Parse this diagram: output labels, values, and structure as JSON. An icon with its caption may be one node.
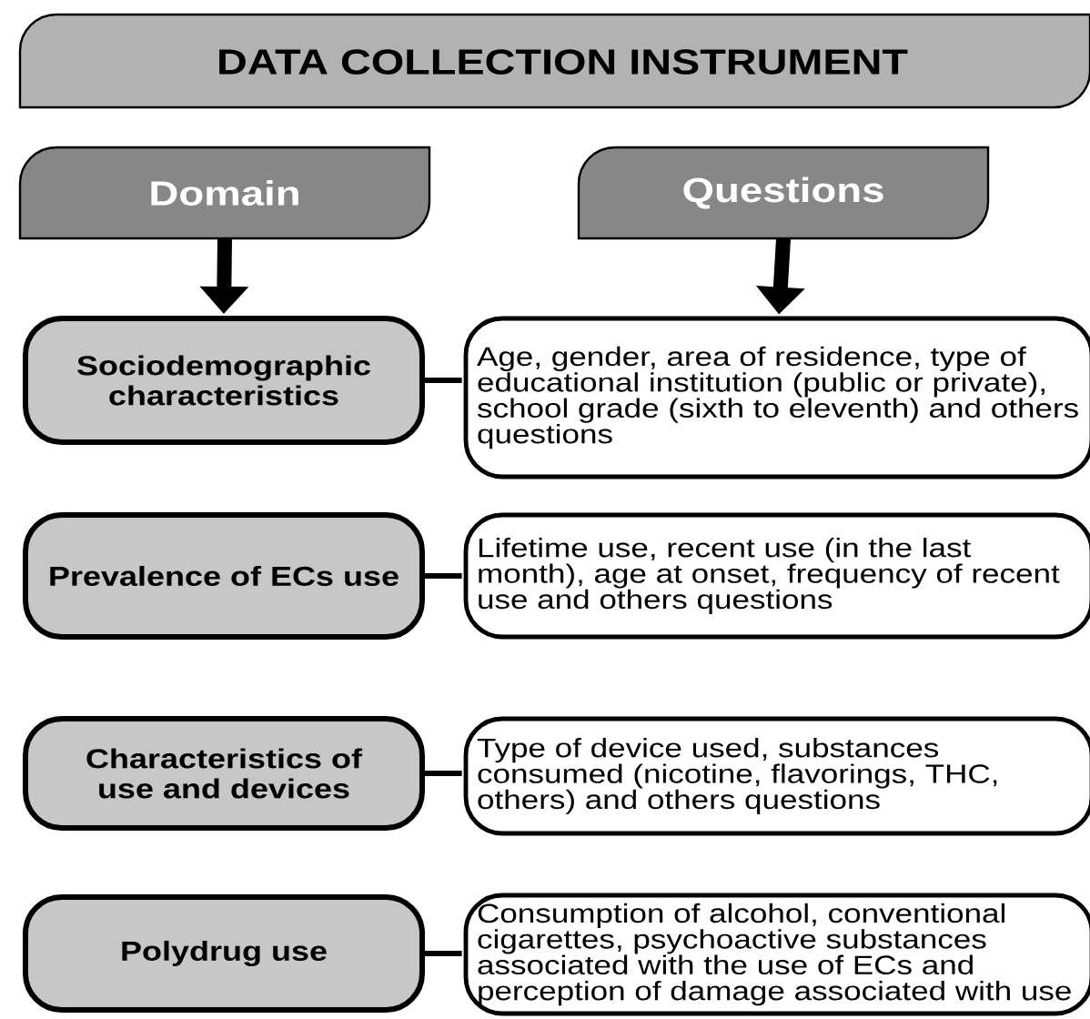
{
  "diagram": {
    "title": "DATA COLLECTION INSTRUMENT",
    "nodes": [
      {
        "text": [
          "Domain"
        ]
      },
      {
        "text": [
          "Questions"
        ]
      },
      {
        "text": [
          "Sociodemographic characteristics"
        ]
      },
      {
        "text": [
          "Age, gender, area of residence, type of educational institution (public or private), school grade (sixth to eleventh) and others questions"
        ]
      },
      {
        "text": [
          "Prevalence of ECs use"
        ]
      },
      {
        "text": [
          "Lifetime use, recent use (in the last month), age at onset, frequency of recent use and others questions"
        ]
      },
      {
        "text": [
          "Characteristics of use and devices"
        ]
      },
      {
        "text": [
          "Type of device used, substances consumed (nicotine, flavorings, THC, others) and others questions"
        ]
      },
      {
        "text": [
          "Polydrug use"
        ]
      },
      {
        "text": [
          "Consumption of alcohol, conventional cigarettes, psychoactive substances associated with the use of ECs and perception of damage associated with use"
        ]
      }
    ],
    "edges": [
      {
        "from": 0,
        "to": 2,
        "arrow": "to",
        "style": "thick"
      },
      {
        "from": 1,
        "to": 3,
        "arrow": "to",
        "style": "thick"
      },
      {
        "from": 2,
        "to": 3,
        "arrow": "none"
      },
      {
        "from": 4,
        "to": 5,
        "arrow": "none"
      },
      {
        "from": 6,
        "to": 7,
        "arrow": "none"
      },
      {
        "from": 8,
        "to": 9,
        "arrow": "none"
      }
    ]
  }
}
